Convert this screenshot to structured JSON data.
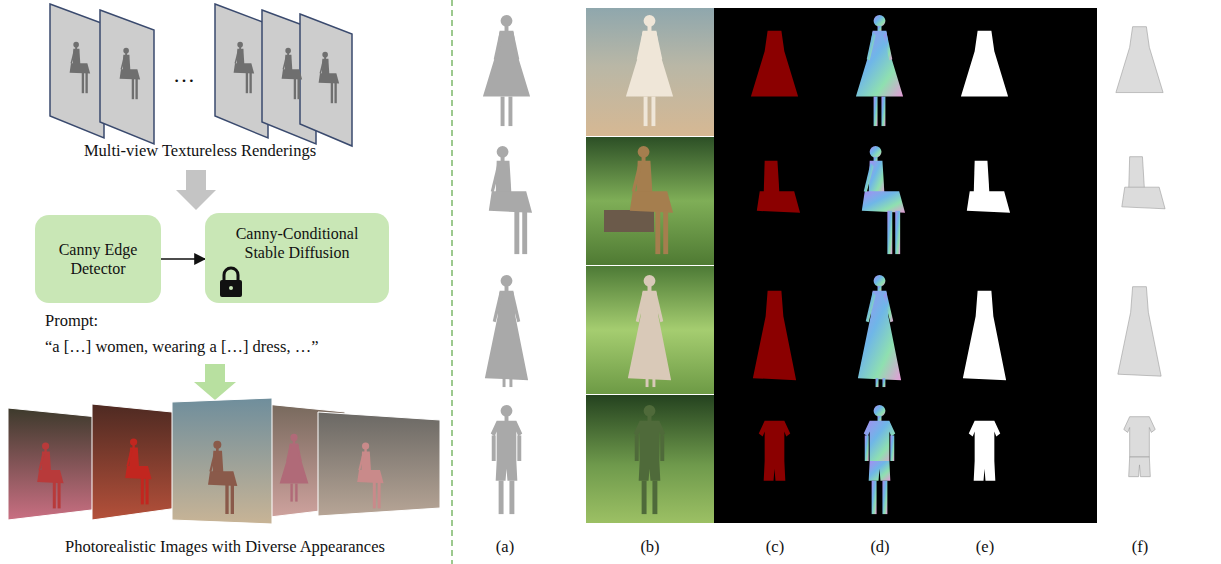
{
  "diagram": {
    "nodes": [
      {
        "text": [
          "Canny Edge Detector"
        ]
      },
      {
        "text": [
          "Canny-Conditional Stable Diffusion"
        ]
      }
    ],
    "edges": [
      {
        "from": 0,
        "to": 1,
        "arrow": "to"
      }
    ],
    "labels": [
      "Multi-view Textureless Renderings",
      "…",
      "Prompt:",
      "“a […] women, wearing a […] dress, …”",
      "Photorealistic Images with Diverse Appearances",
      "(a)",
      "(b)",
      "(c)",
      "(d)",
      "(e)",
      "(f)"
    ]
  }
}
